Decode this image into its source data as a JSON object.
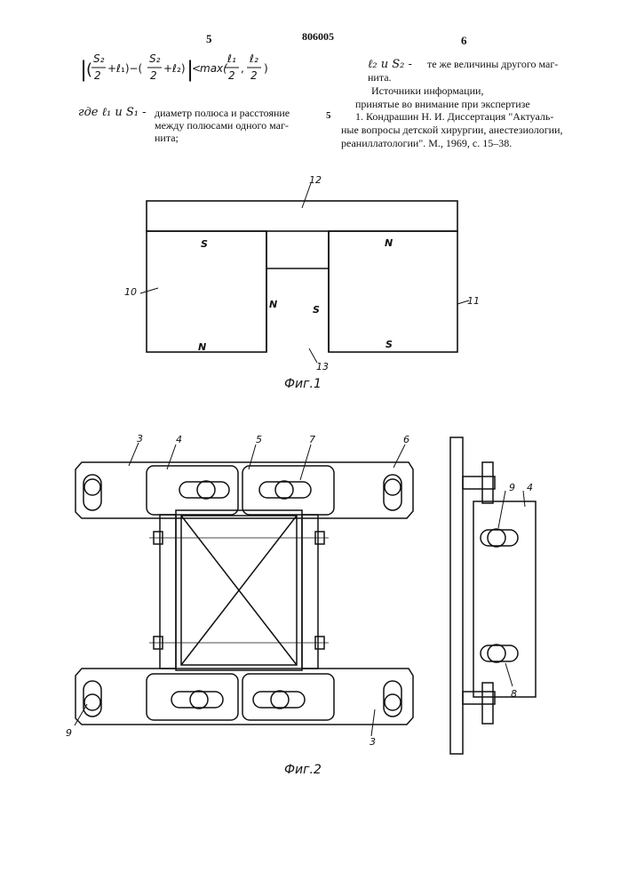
{
  "header": {
    "left_page": "5",
    "patent_number": "806005",
    "right_page": "6"
  },
  "left_column": {
    "formula": "|(S2/2 + l1) − (S2/2 + l2)| < max(l1/2, l2/2)",
    "where_prefix": "где ℓ₁ и S₁ -",
    "where_lines": [
      "диаметр полюса и расстояние",
      "между полюсами одного маг-",
      "нита;"
    ],
    "margin_number": "5"
  },
  "right_column": {
    "def_prefix": "ℓ₂ и S₂ -",
    "def_lines": [
      "те же величины другого маг-",
      "нита."
    ],
    "sources_title": "Источники информации,",
    "sources_subtitle": "принятые во внимание при экспертизе",
    "reference_lines": [
      "1. Кондрашин Н. И. Диссертация \"Актуаль-",
      "ные вопросы детской хирургии, анестезиологии,",
      "реаниллатологии\". М., 1969, с. 15–38."
    ]
  },
  "figure1": {
    "caption": "Фиг.1",
    "refs": [
      "12",
      "10",
      "11",
      "13"
    ],
    "poles": {
      "left_top": "S",
      "left_bottom": "N",
      "mid_side": "N",
      "mid_center": "S",
      "right_top": "N",
      "right_bottom": "S"
    }
  },
  "figure2": {
    "caption": "Фиг.2",
    "refs": [
      "3",
      "4",
      "5",
      "7",
      "6",
      "9",
      "3"
    ],
    "side_refs": [
      "9",
      "4",
      "8"
    ]
  }
}
